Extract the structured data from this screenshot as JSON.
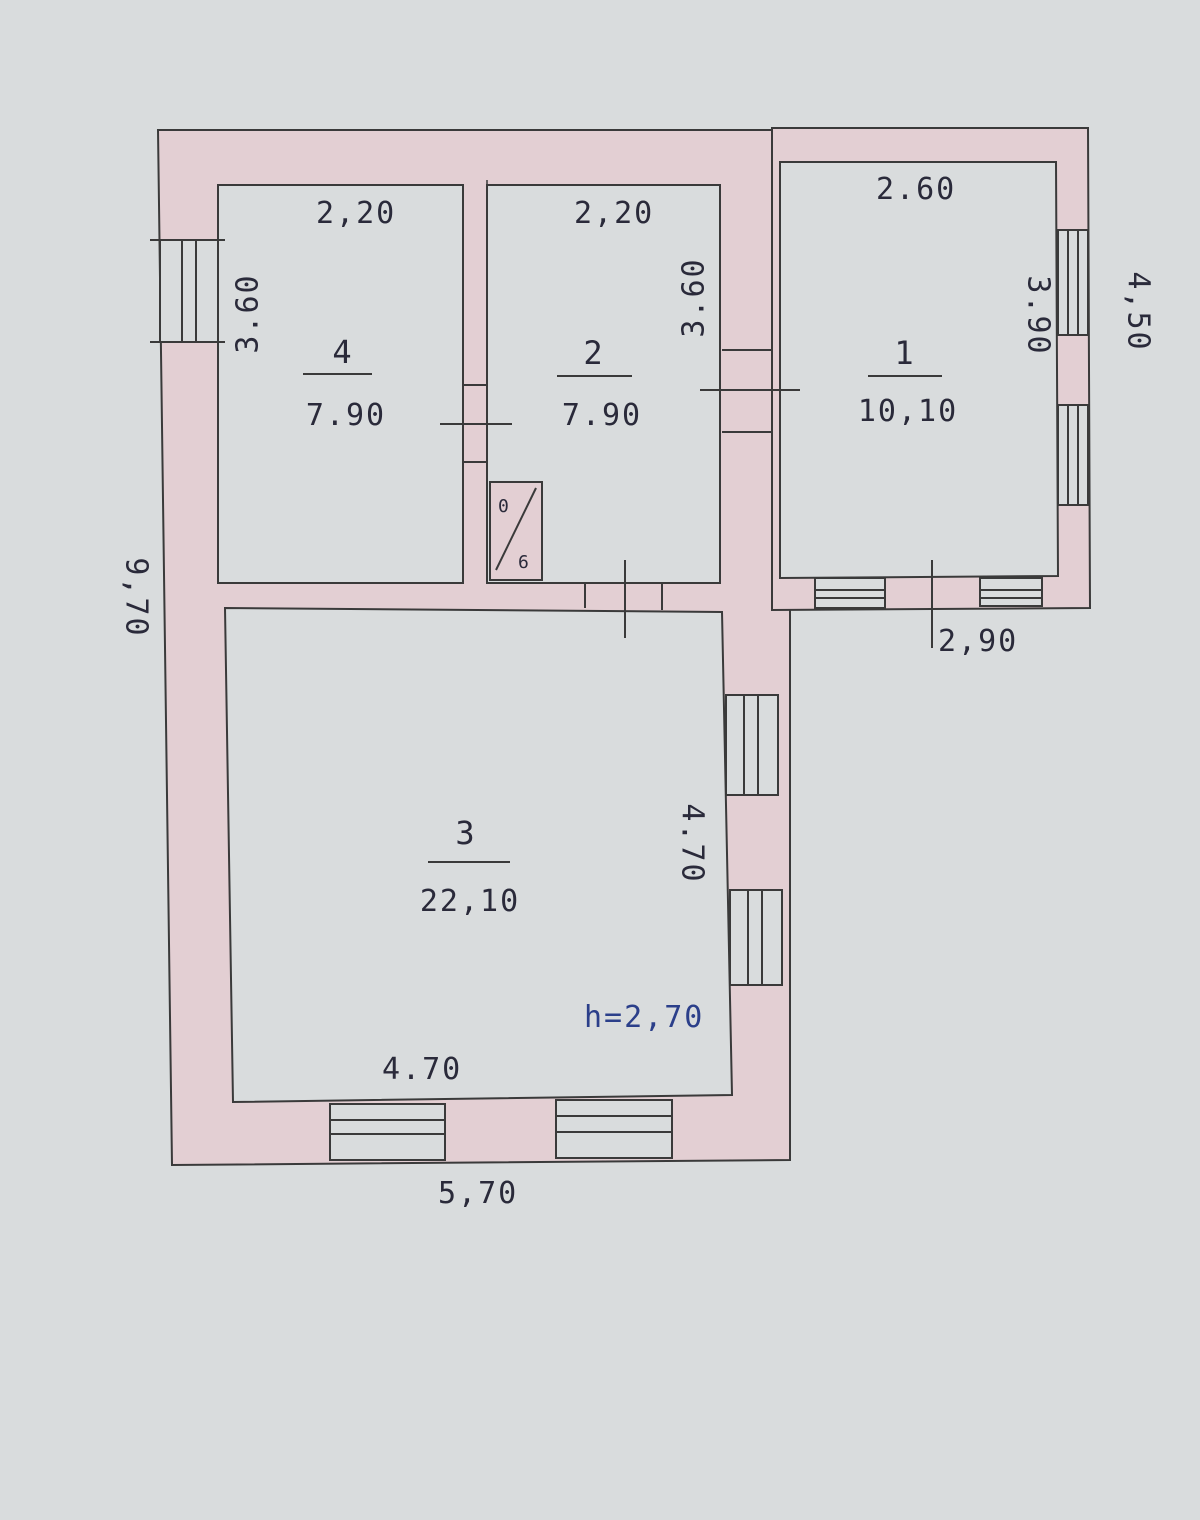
{
  "rooms": [
    {
      "number": "1",
      "area": "10,10",
      "width": "2.60",
      "height": "3.90"
    },
    {
      "number": "2",
      "area": "7.90",
      "width": "2,20",
      "height": "3.60"
    },
    {
      "number": "3",
      "area": "22,10",
      "width": "4.70",
      "height": "4.70"
    },
    {
      "number": "4",
      "area": "7.90",
      "width": "2,20",
      "height": "3.60"
    }
  ],
  "outer": {
    "left_height": "9,70",
    "bottom_width": "5,70",
    "right_annex_height": "4,50",
    "annex_bottom_width": "2,90"
  },
  "ceiling_height": "h=2,70",
  "stove": {
    "label_top": "0",
    "label_bottom": "6"
  },
  "colors": {
    "wall_fill": "#e3cfd3",
    "line": "#3a3a3a",
    "paper": "#d9dcdd",
    "ink_blue": "#2b3f8a"
  }
}
